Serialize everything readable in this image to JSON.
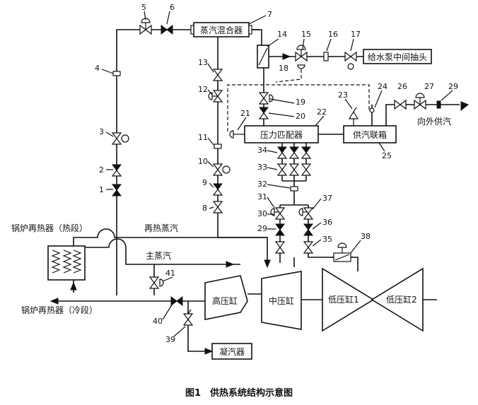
{
  "components": {
    "steam_mixer": "蒸汽混合器",
    "feedwater_extraction": "给水泵中间抽头",
    "pressure_matcher": "压力匹配器",
    "steam_header": "供汽联箱",
    "external_supply": "向外供汽",
    "reheater_hot": "锅炉再热器（热段）",
    "reheater_cold": "锅炉再热器（冷段）",
    "reheat_steam": "再热蒸汽",
    "main_steam": "主蒸汽",
    "hp_cylinder": "高压缸",
    "ip_cylinder": "中压缸",
    "lp_cylinder_1": "低压缸1",
    "lp_cylinder_2": "低压缸2",
    "condenser": "凝汽器"
  },
  "caption": "图1　供热系统结构示意图",
  "numbers": [
    "1",
    "2",
    "3",
    "4",
    "5",
    "6",
    "7",
    "8",
    "9",
    "10",
    "11",
    "12",
    "13",
    "14",
    "15",
    "16",
    "17",
    "18",
    "19",
    "20",
    "21",
    "22",
    "23",
    "24",
    "25",
    "26",
    "27",
    "29",
    "29",
    "30",
    "31",
    "32",
    "33",
    "34",
    "35",
    "36",
    "37",
    "38",
    "39",
    "40",
    "41"
  ]
}
